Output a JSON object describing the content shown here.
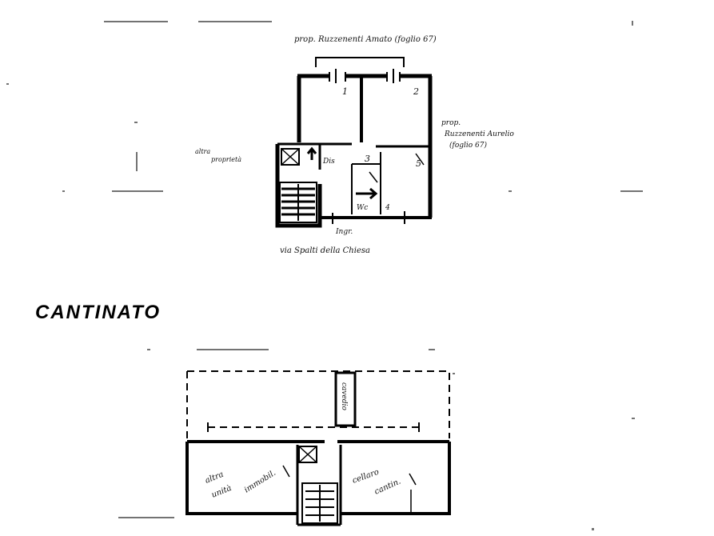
{
  "ground_floor": {
    "label_top": "prop. Ruzzenenti Amato (foglio 67)",
    "label_right_1": "prop.",
    "label_right_2": "Ruzzenenti Aurelio",
    "label_right_3": "(foglio 67)",
    "label_left_1": "altra",
    "label_left_2": "proprietà",
    "label_bottom": "via Spalti della Chiesa",
    "room_1": "1",
    "room_2": "2",
    "room_3": "3",
    "room_4": "4",
    "room_5": "5",
    "landing": "Dis",
    "bath": "Wc",
    "hall": "Ingr."
  },
  "basement": {
    "title": "CANTINATO",
    "cellar_left_1": "altra",
    "cellar_left_2": "unità",
    "cellar_left_3": "immobil.",
    "cellar_right_1": "cellaro",
    "cellar_right_2": "cantin.",
    "shaft": "cavedio"
  }
}
